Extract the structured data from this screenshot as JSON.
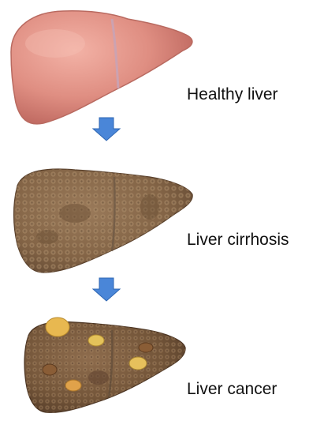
{
  "stages": [
    {
      "label": "Healthy liver",
      "condition": "healthy",
      "color": "#d98b80"
    },
    {
      "label": "Liver cirrhosis",
      "condition": "cirrhosis",
      "color": "#8a6a4b"
    },
    {
      "label": "Liver cancer",
      "condition": "cancer",
      "color": "#7a5a3e"
    }
  ],
  "arrow_color": "#4a86d8",
  "tumor_color": "#e4b24a"
}
